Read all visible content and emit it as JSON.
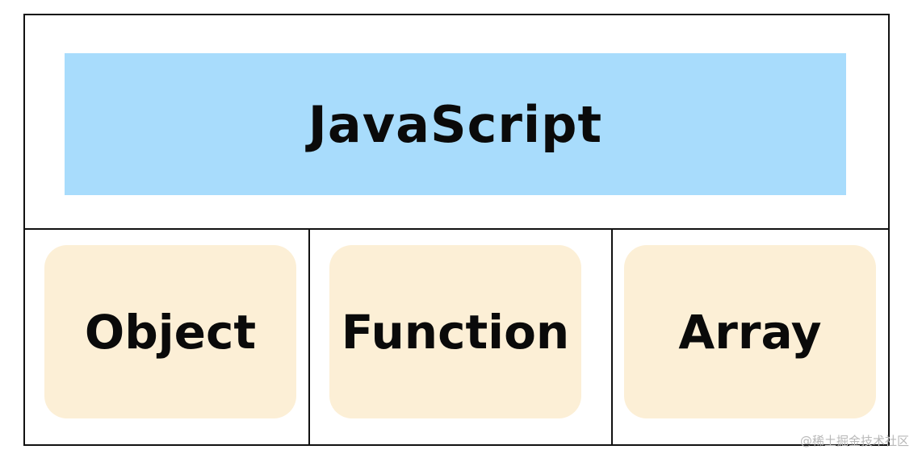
{
  "diagram": {
    "top": {
      "label": "JavaScript",
      "color": "#a8dcfc"
    },
    "children": [
      {
        "label": "Object",
        "color": "#fcefd6"
      },
      {
        "label": "Function",
        "color": "#fcefd6"
      },
      {
        "label": "Array",
        "color": "#fcefd6"
      }
    ],
    "border_color": "#111111"
  },
  "watermark": "@稀土掘金技术社区"
}
